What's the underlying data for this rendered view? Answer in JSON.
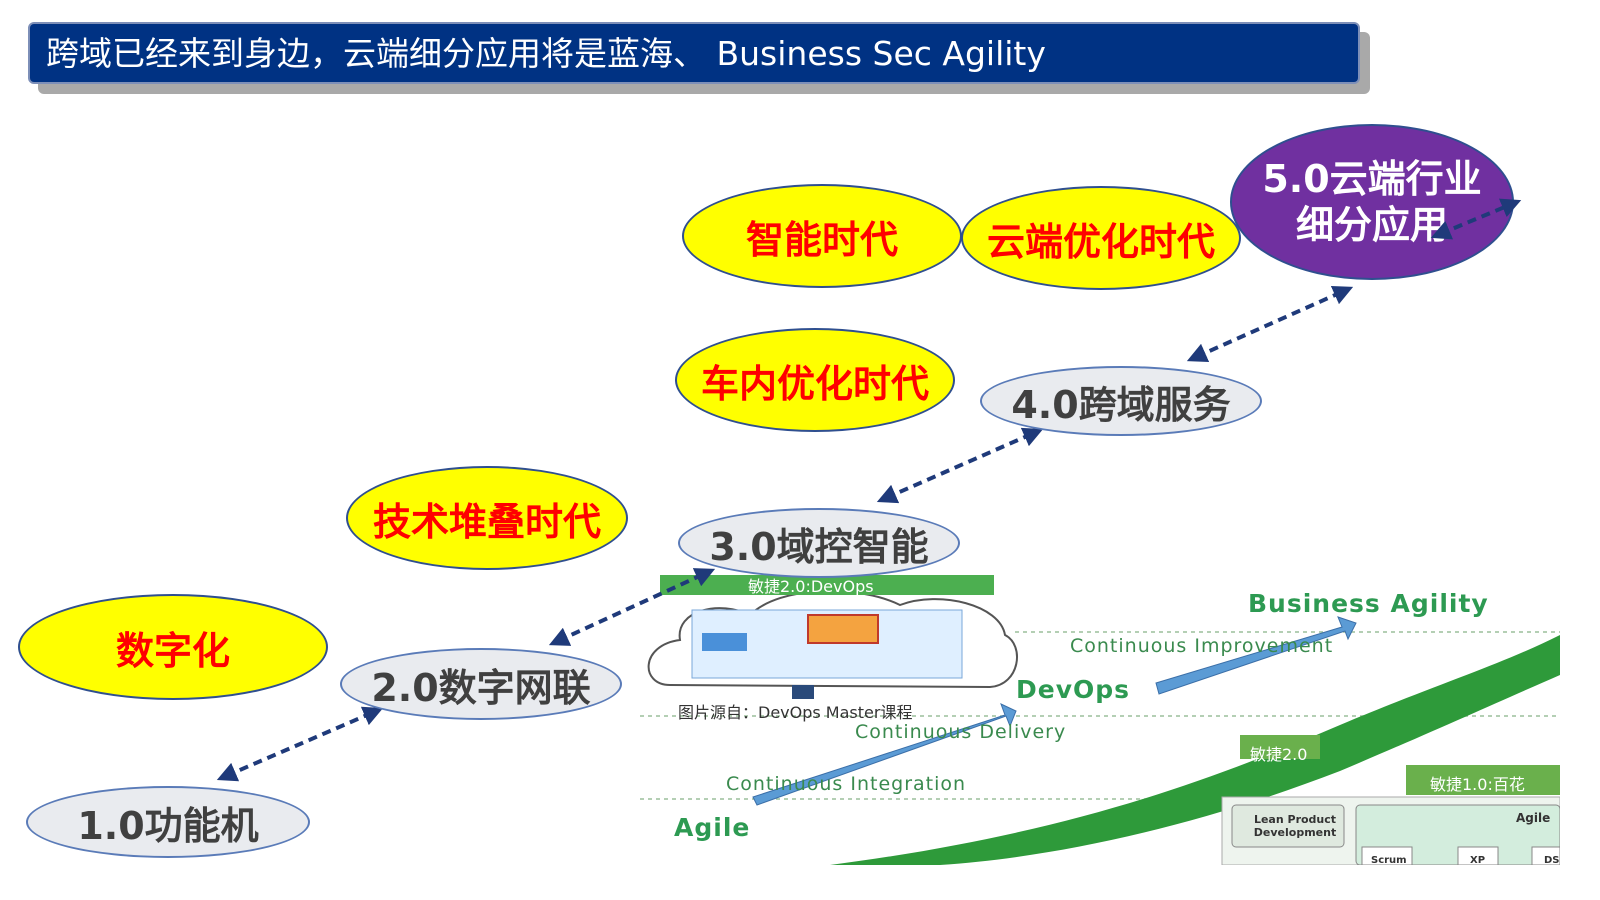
{
  "title": "跨域已经来到身边，云端细分应用将是蓝海、 Business Sec Agility",
  "eras": {
    "digitization": "数字化",
    "tech_stack": "技术堆叠时代",
    "in_vehicle": "车内优化时代",
    "intelligent": "智能时代",
    "cloud_opt": "云端优化时代"
  },
  "stages": {
    "s1": "1.0功能机",
    "s2": "2.0数字网联",
    "s3": "3.0域控智能",
    "s4": "4.0跨域服务",
    "s5_line1": "5.0云端行业",
    "s5_line2": "细分应用"
  },
  "graphic": {
    "top_label": "敏捷2.0:DevOps",
    "caption": "图片源自：DevOps Master课程",
    "business_agility": "Business Agility",
    "continuous_improvement": "Continuous Improvement",
    "devops": "DevOps",
    "continuous_delivery": "Continuous Delivery",
    "continuous_integration": "Continuous Integration",
    "agile": "Agile",
    "agile2": "敏捷2.0",
    "agile1": "敏捷1.0:百花",
    "lean": "Lean Product Development",
    "agile_box": "Agile",
    "scrum": "Scrum",
    "xp": "XP",
    "ds": "DS"
  },
  "colors": {
    "title_bar": "#003283",
    "era_fill": "#ffff00",
    "era_text": "#ff0000",
    "stage_fill": "#e9ebef",
    "stage_text": "#404040",
    "final_fill": "#7030a0",
    "arrow": "#1f3a7a",
    "curve_green": "#2e9a3a",
    "up_arrow": "#5b9bd5"
  }
}
